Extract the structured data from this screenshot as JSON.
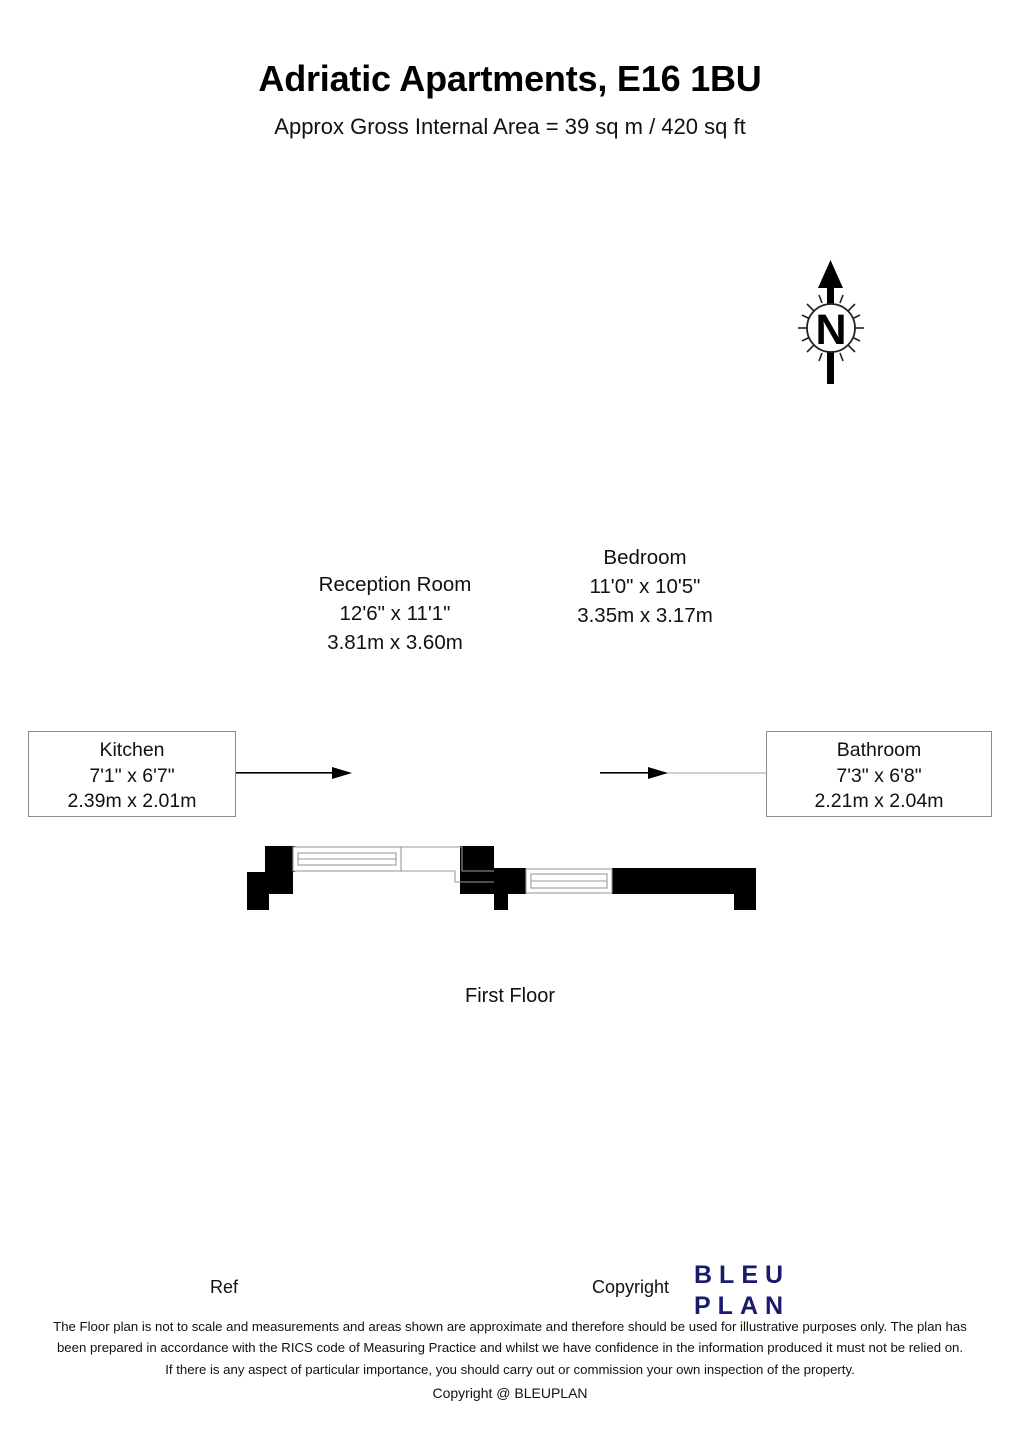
{
  "header": {
    "title": "Adriatic Apartments, E16 1BU",
    "subtitle": "Approx Gross Internal Area = 39 sq m / 420 sq ft"
  },
  "compass": {
    "letter": "N",
    "direction": "north"
  },
  "rooms": {
    "reception": {
      "name": "Reception Room",
      "imperial": "12'6\" x 11'1\"",
      "metric": "3.81m x 3.60m"
    },
    "bedroom": {
      "name": "Bedroom",
      "imperial": "11'0\" x 10'5\"",
      "metric": "3.35m x 3.17m"
    },
    "kitchen": {
      "name": "Kitchen",
      "imperial": "7'1\" x 6'7\"",
      "metric": "2.39m x 2.01m"
    },
    "bathroom": {
      "name": "Bathroom",
      "imperial": "7'3\" x 6'8\"",
      "metric": "2.21m x 2.04m"
    }
  },
  "floor_caption": "First Floor",
  "footer": {
    "ref_label": "Ref",
    "copyright_label": "Copyright",
    "brand_line1": "BLEU",
    "brand_line2": "PLAN",
    "brand_color": "#1b1b6e",
    "disclaimer_line1": "The Floor plan is not to scale and measurements and areas shown are approximate and therefore should be used for illustrative purposes only. The plan has",
    "disclaimer_line2": "been prepared in accordance with the RICS code of Measuring Practice and whilst we have confidence in the information produced it must not be relied on.",
    "disclaimer_line3": "If there is any aspect of particular importance, you should carry out or commission your own inspection of the property.",
    "disclaimer_copyright": "Copyright @ BLEUPLAN"
  },
  "colors": {
    "wall": "#000000",
    "fixture_stroke": "#9a9a9a",
    "callout_border": "#8c8c8c",
    "background": "#ffffff"
  }
}
